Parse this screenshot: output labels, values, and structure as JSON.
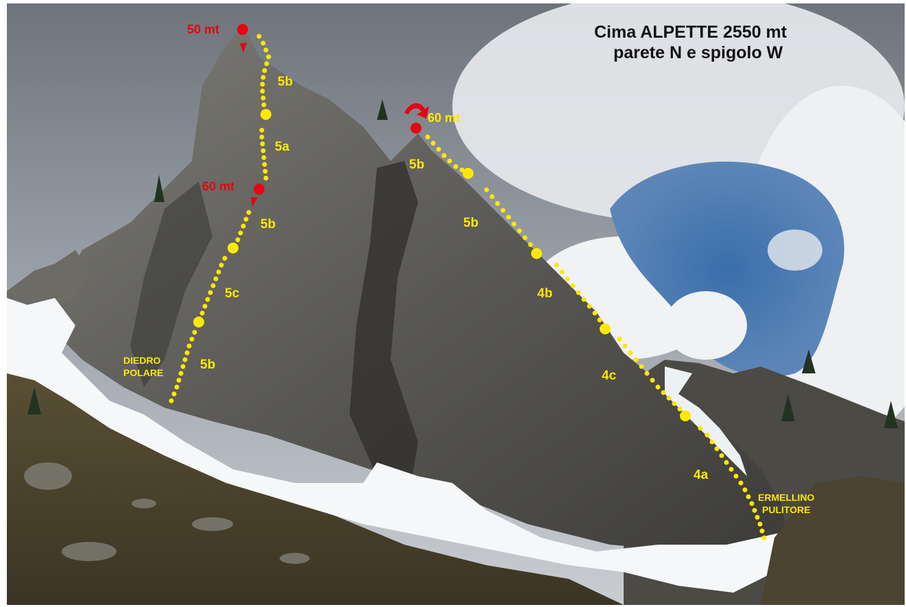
{
  "title": {
    "line1": "Cima ALPETTE  2550 mt",
    "line2": "parete N e spigolo W"
  },
  "routes": [
    {
      "name_line1": "DIEDRO",
      "name_line2": "POLARE",
      "route_color": "#ffe800",
      "pitch_grades": [
        "5b",
        "5c",
        "5b",
        "5a",
        "5b"
      ],
      "pitch_lengths": [
        "60 mt",
        "50 mt"
      ]
    },
    {
      "name_line1": "ERMELLINO",
      "name_line2": "PULITORE",
      "route_color": "#ffe800",
      "pitch_grades": [
        "4a",
        "4c",
        "4b",
        "5b",
        "5b"
      ],
      "pitch_lengths": [
        "60 mt"
      ]
    }
  ],
  "colors": {
    "route_dots": "#ffe800",
    "belay_markers": "#e30613",
    "sky": "#3f6ea8",
    "snow": "#f5f7f8"
  }
}
